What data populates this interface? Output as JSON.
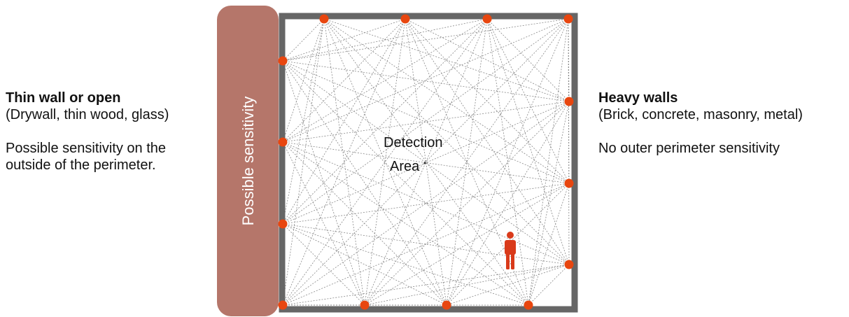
{
  "left_panel": {
    "heading": "Thin wall or open",
    "subheading": "(Drywall, thin wood, glass)",
    "note_line1": "Possible sensitivity on the",
    "note_line2": "outside of the perimeter."
  },
  "right_panel": {
    "heading": "Heavy walls",
    "subheading": "(Brick, concrete, masonry, metal)",
    "note": "No outer perimeter sensitivity"
  },
  "sensitivity_band": {
    "label": "Possible sensitivity",
    "color": "#b5766a"
  },
  "detection_area": {
    "label_line1": "Detection",
    "label_line2": "Area"
  },
  "colors": {
    "wall": "#666666",
    "node": "#e8460f",
    "person": "#d93a1a",
    "link": "#888888"
  },
  "icons": {
    "person": "person-icon",
    "node": "sensor-node"
  }
}
